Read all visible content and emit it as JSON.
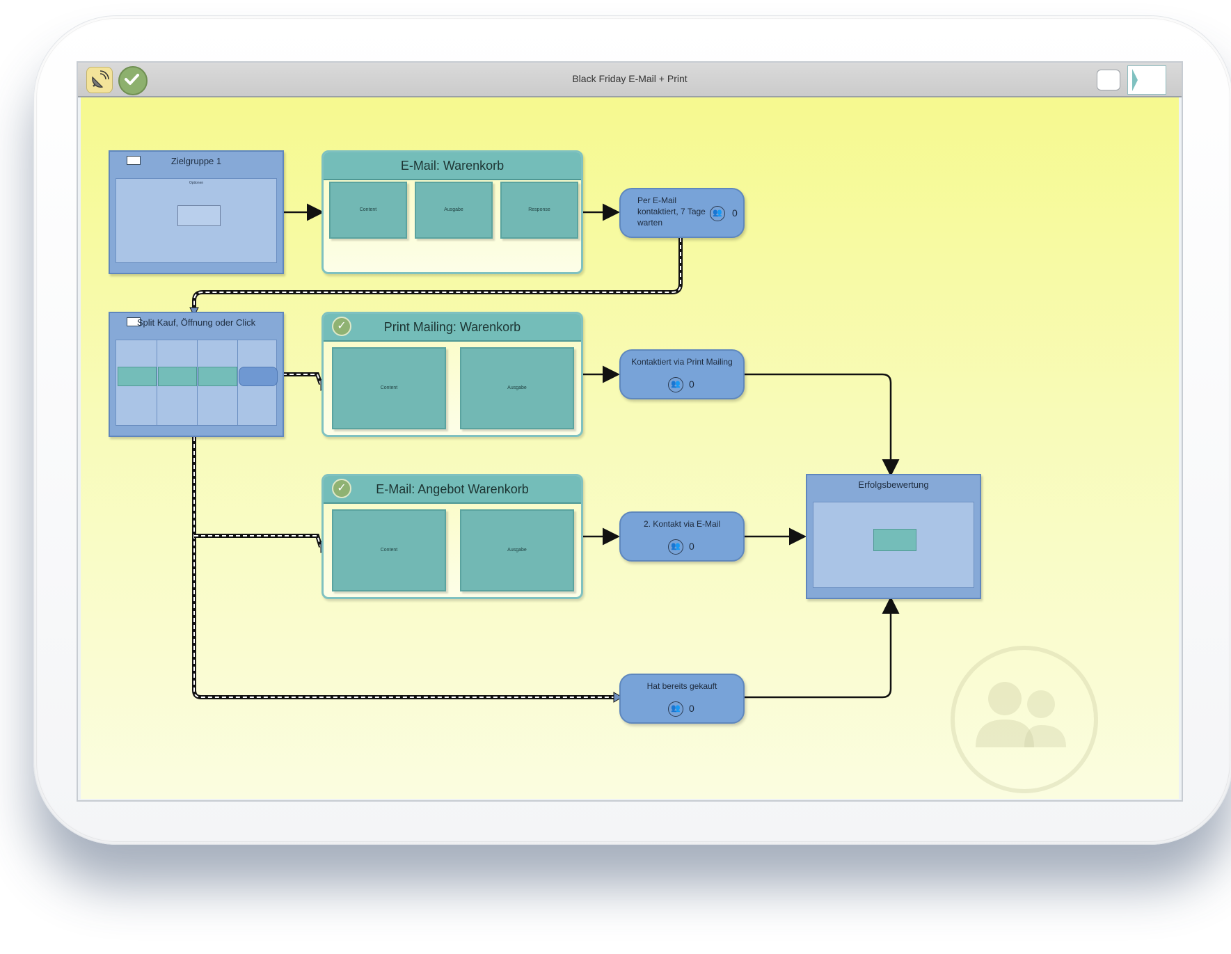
{
  "window": {
    "title": "Black Friday E-Mail + Print"
  },
  "nodes": {
    "zielgruppe": {
      "title": "Zielgruppe 1",
      "inner_label": "Optionen"
    },
    "split": {
      "title": "Split Kauf, Öffnung oder Click"
    },
    "erfolg": {
      "title": "Erfolgsbewertung"
    },
    "email_warenkorb": {
      "title": "E-Mail: Warenkorb",
      "steps": [
        "Content",
        "Ausgabe",
        "Response"
      ]
    },
    "print_warenkorb": {
      "title": "Print Mailing: Warenkorb",
      "steps": [
        "Content",
        "Ausgabe"
      ]
    },
    "email_angebot": {
      "title": "E-Mail: Angebot Warenkorb",
      "steps": [
        "Content",
        "Ausgabe"
      ]
    },
    "wait_email": {
      "label": "Per E-Mail kontaktiert, 7 Tage warten",
      "count": "0"
    },
    "contact_print": {
      "label": "Kontaktiert via Print Mailing",
      "count": "0"
    },
    "contact_email2": {
      "label": "2. Kontakt via E-Mail",
      "count": "0"
    },
    "bought": {
      "label": "Hat bereits gekauft",
      "count": "0"
    }
  },
  "icons": {
    "logo": "satellite-dish-icon",
    "status": "check-icon",
    "counter": "group-icon"
  },
  "colors": {
    "canvas_top": "#f6f98f",
    "blue_node": "#86a9d7",
    "teal_group": "#74bdb9",
    "pill": "#78a3d8",
    "check": "#8db06e"
  }
}
